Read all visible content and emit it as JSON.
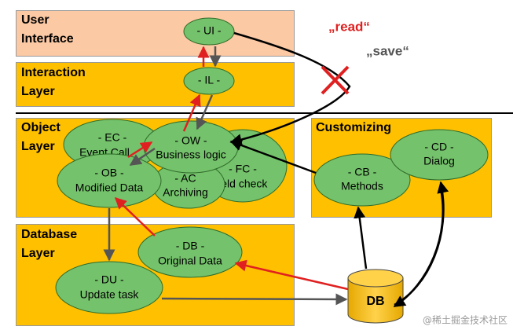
{
  "layers": {
    "ui": "User\nInterface",
    "il": "Interaction\nLayer",
    "object": "Object\nLayer",
    "customizing": "Customizing",
    "database": "Database\nLayer"
  },
  "nodes": {
    "ui": [
      "- UI -"
    ],
    "il": [
      "- IL -"
    ],
    "ec": [
      "- EC -",
      "Event Call"
    ],
    "ow": [
      "- OW -",
      "Business logic"
    ],
    "ac": [
      "- AC",
      "Archiving"
    ],
    "fc": [
      "- FC -",
      "Field check"
    ],
    "ob": [
      "- OB -",
      "Modified Data"
    ],
    "cb": [
      "- CB -",
      "Methods"
    ],
    "cd": [
      "- CD -",
      "Dialog"
    ],
    "db": [
      "- DB -",
      "Original Data"
    ],
    "du": [
      "- DU -",
      "Update task"
    ],
    "dbcyl": "DB"
  },
  "captions": {
    "read": "„read“",
    "save": "„save“",
    "watermark": "@稀土掘金技术社区"
  },
  "colors": {
    "ui_band": "#FBC9A4",
    "layer_band": "#FFC000",
    "node_fill": "#74C26B",
    "red": "#E02020",
    "cylinder": "#FFC000"
  }
}
